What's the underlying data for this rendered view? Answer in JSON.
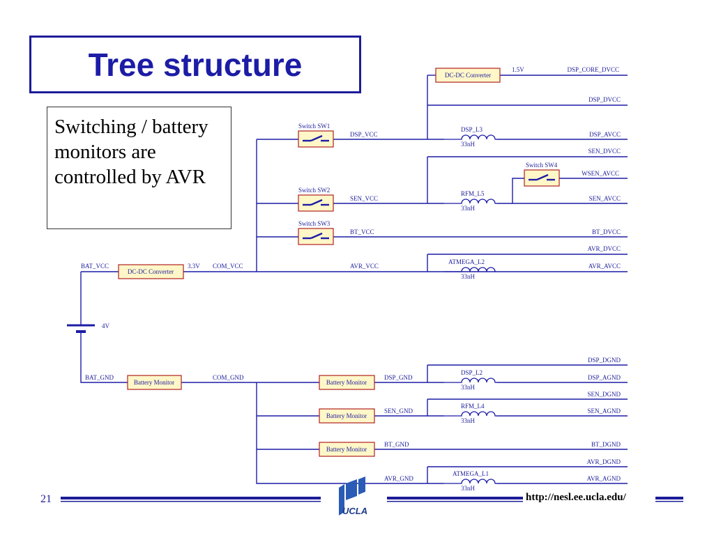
{
  "slide": {
    "title": "Tree structure",
    "note": "Switching / battery monitors are controlled by AVR",
    "page_number": "21",
    "url": "http://nesl.ee.ucla.edu/",
    "logo_text": "UCLA"
  },
  "schematic": {
    "dcdc_left": "DC-DC Converter",
    "dcdc_top": "DC-DC Converter",
    "bat_vcc": "BAT_VCC",
    "v33": "3.3V",
    "com_vcc": "COM_VCC",
    "v15": "1.5V",
    "dsp_core_dvcc": "DSP_CORE_DVCC",
    "dsp_dvcc": "DSP_DVCC",
    "sw1": "Switch SW1",
    "sw2": "Switch SW2",
    "sw3": "Switch SW3",
    "sw4": "Switch SW4",
    "dsp_vcc": "DSP_VCC",
    "sen_vcc": "SEN_VCC",
    "bt_vcc": "BT_VCC",
    "avr_vcc": "AVR_VCC",
    "dsp_l3": "DSP_L3",
    "rfm_l5": "RFM_L5",
    "atmega_l2": "ATMEGA_L2",
    "dsp_l2": "DSP_L2",
    "rfm_l4": "RFM_L4",
    "atmega_l1": "ATMEGA_L1",
    "ind_val": "33nH",
    "dsp_avcc": "DSP_AVCC",
    "sen_dvcc": "SEN_DVCC",
    "wsen_avcc": "WSEN_AVCC",
    "sen_avcc": "SEN_AVCC",
    "bt_dvcc": "BT_DVCC",
    "avr_dvcc": "AVR_DVCC",
    "avr_avcc": "AVR_AVCC",
    "battery_voltage": "4V",
    "bat_gnd": "BAT_GND",
    "battery_monitor": "Battery Monitor",
    "com_gnd": "COM_GND",
    "dsp_gnd": "DSP_GND",
    "sen_gnd": "SEN_GND",
    "bt_gnd": "BT_GND",
    "avr_gnd": "AVR_GND",
    "dsp_dgnd": "DSP_DGND",
    "dsp_agnd": "DSP_AGND",
    "sen_dgnd": "SEN_DGND",
    "sen_agnd": "SEN_AGND",
    "bt_dgnd": "BT_DGND",
    "avr_dgnd": "AVR_DGND",
    "avr_agnd": "AVR_AGND"
  },
  "colors": {
    "wire": "#1c1ca6",
    "box_fill": "#fff7c8",
    "box_border": "#b02020"
  }
}
